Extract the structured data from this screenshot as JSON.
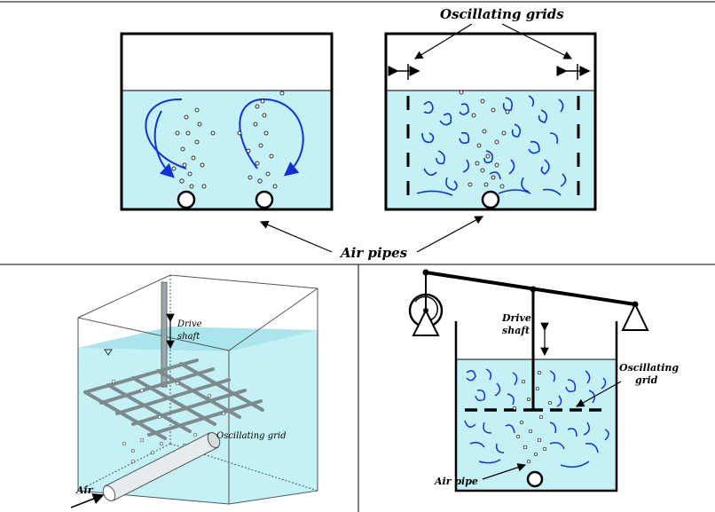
{
  "colors": {
    "water": "#c4f1f6",
    "water_dark": "#9fdfe8",
    "arrow_blue": "#1530d8",
    "line": "#000000",
    "pipe_steel": "#9aa7ab"
  },
  "panels": {
    "top": {
      "label_grids": "Oscillating grids",
      "label_pipes": "Air pipes"
    },
    "bottom_left": {
      "label_shaft_1": "Drive",
      "label_shaft_2": "shaft",
      "label_grid": "Oscillating grid",
      "label_air": "Air"
    },
    "bottom_right": {
      "label_shaft_1": "Drive",
      "label_shaft_2": "shaft",
      "label_grid_1": "Oscillating",
      "label_grid_2": "grid",
      "label_pipe": "Air pipe"
    }
  },
  "icons": [
    "bubble-icon",
    "eddy-icon",
    "pivot-triangle-icon",
    "motor-wheel-icon",
    "double-arrow-icon"
  ]
}
